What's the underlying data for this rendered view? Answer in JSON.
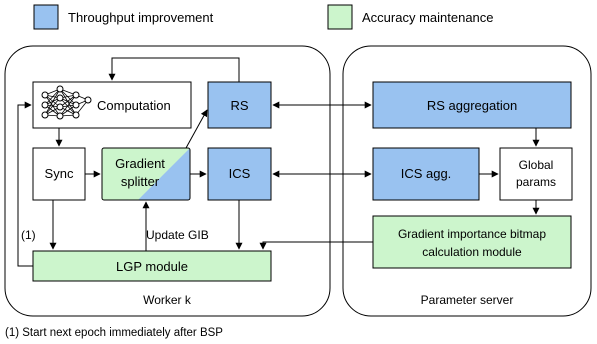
{
  "legend": {
    "throughput_label": "Throughput improvement",
    "accuracy_label": "Accuracy maintenance"
  },
  "colors": {
    "throughput": "#99C2F0",
    "accuracy": "#CCF5CC",
    "stroke": "#000000"
  },
  "worker": {
    "label": "Worker k",
    "computation": "Computation",
    "sync": "Sync",
    "gradient_splitter_line1": "Gradient",
    "gradient_splitter_line2": "splitter",
    "rs": "RS",
    "ics": "ICS",
    "lgp_module": "LGP module",
    "update_gib": "Update GIB",
    "marker_1": "(1)"
  },
  "server": {
    "label": "Parameter server",
    "rs_aggregation": "RS aggregation",
    "ics_agg": "ICS agg.",
    "global_params_line1": "Global",
    "global_params_line2": "params",
    "gib_calc_line1": "Gradient importance bitmap",
    "gib_calc_line2": "calculation module"
  },
  "footnote": "(1) Start next epoch immediately after BSP"
}
